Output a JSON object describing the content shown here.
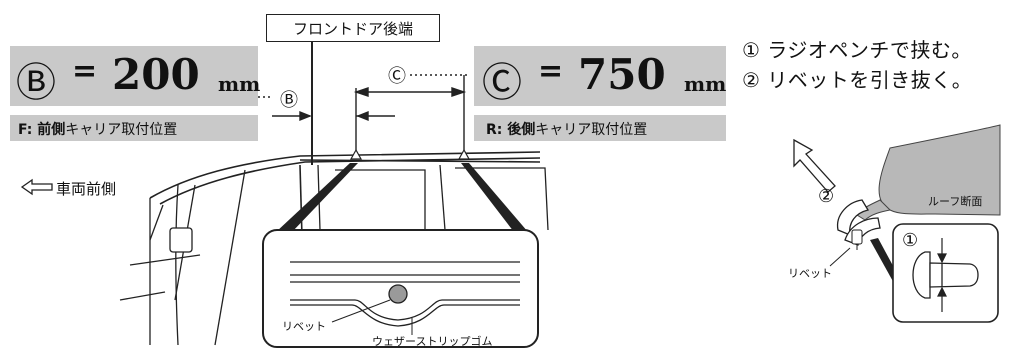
{
  "header": {
    "front_door_label": "フロントドア後端"
  },
  "front_carrier": {
    "symbol": "Ⓑ",
    "equals": "=",
    "value": "200",
    "unit": "mm",
    "dimension_marker": "Ⓑ",
    "caption_bold": "F: 前側",
    "caption_rest": "キャリア取付位置"
  },
  "rear_carrier": {
    "symbol": "Ⓒ",
    "equals": "=",
    "value": "750",
    "unit": "mm",
    "dimension_marker": "Ⓒ",
    "caption_bold": "R: 後側",
    "caption_rest": "キャリア取付位置"
  },
  "direction": {
    "label": "車両前側"
  },
  "detail": {
    "rivet_label": "リベット",
    "strip_label": "ウェザーストリップゴム"
  },
  "instructions": [
    {
      "num": "①",
      "text": "ラジオペンチで挟む。"
    },
    {
      "num": "②",
      "text": "リベットを引き抜く。"
    }
  ],
  "right_figure": {
    "step2_marker": "②",
    "step1_marker": "①",
    "roof_label": "ルーフ断面",
    "rivet_label": "リベット"
  }
}
